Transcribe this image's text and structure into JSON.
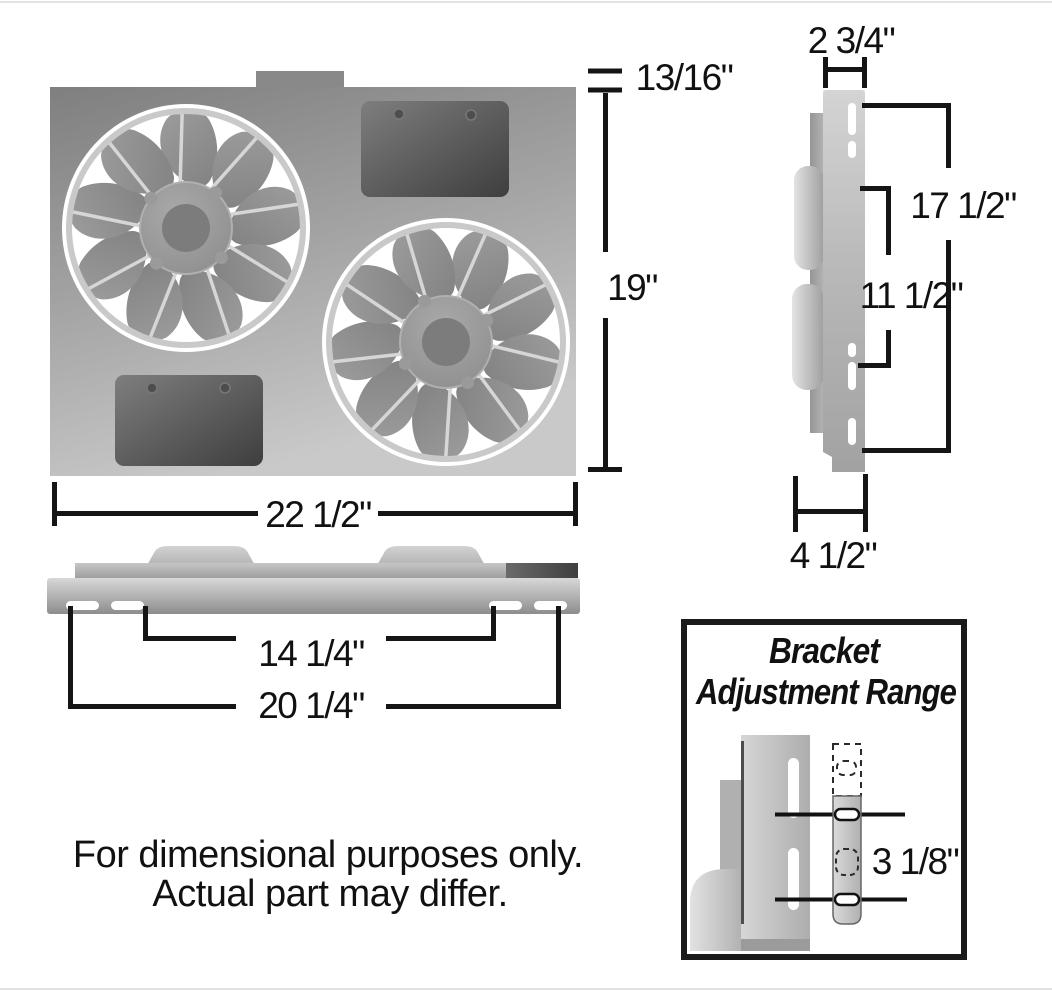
{
  "labels": {
    "tab_height": "13/16\"",
    "overall_height": "19\"",
    "overall_width": "22 1/2\"",
    "depth_top": "2 3/4\"",
    "mount_span_outer": "17 1/2\"",
    "mount_span_inner": "11 1/2\"",
    "depth_bottom": "4 1/2\"",
    "slot_span_inner": "14 1/4\"",
    "slot_span_outer": "20 1/4\"",
    "bracket_range": "3 1/8\""
  },
  "inset": {
    "title_line1": "Bracket",
    "title_line2": "Adjustment Range"
  },
  "disclaimer": {
    "line1": "For dimensional purposes only.",
    "line2": "Actual part may differ."
  },
  "colors": {
    "line": "#151515",
    "text": "#111111",
    "background": "#ffffff",
    "shroud_dark": "#808080",
    "shroud_light": "#c9c9c9",
    "motor_box_dark": "#3e3e3e",
    "fan_blade": "#8f8f8f",
    "fan_opening": "#ffffff"
  }
}
